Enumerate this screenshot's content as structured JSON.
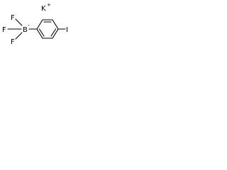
{
  "molecule": {
    "counter_ion": {
      "symbol": "K",
      "charge": "+"
    },
    "boron": {
      "symbol": "B",
      "charge": "-"
    },
    "fluorines": [
      {
        "symbol": "F"
      },
      {
        "symbol": "F"
      },
      {
        "symbol": "F"
      }
    ],
    "para_substituent": {
      "symbol": "I"
    }
  }
}
